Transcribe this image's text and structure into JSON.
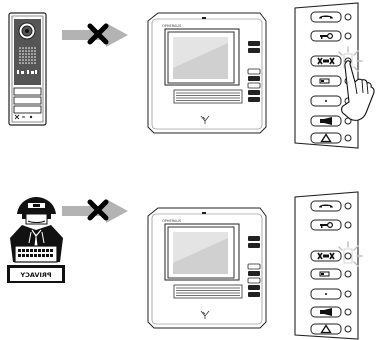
{
  "monitor_brand": "OPHERAUS",
  "privacy_banner": "PRIVACY",
  "scenes": [
    {
      "id": "top",
      "source": "outdoor-door-panel",
      "blocked": true,
      "active_button": "privacy"
    },
    {
      "id": "bottom",
      "source": "guard",
      "blocked": true,
      "active_button": "privacy"
    }
  ],
  "side_buttons": [
    "handset-icon",
    "key-icon",
    "privacy-icon",
    "intercom-icon",
    "dot-icon",
    "horn-icon",
    "alarm-icon"
  ],
  "colors": {
    "arrow": "#b3b3b3",
    "cross": "#000000",
    "outline": "#222222",
    "glare": "#bfbfbf"
  }
}
